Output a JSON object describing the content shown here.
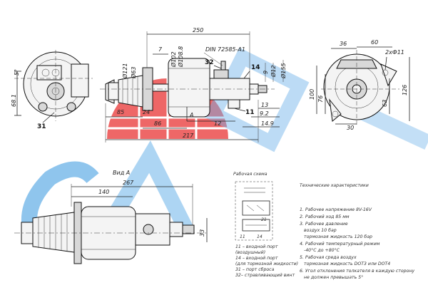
{
  "colors": {
    "wm_red": "#e93a3a",
    "wm_blue": "#5aa9e6",
    "line": "#222222"
  },
  "top_view": {
    "dims": {
      "d250": "250",
      "d7": "7",
      "std": "DIN 72585-A1",
      "d14": "14",
      "d32": "32",
      "d121": "Ø121",
      "d63": "Ø63",
      "d102": "Ø102",
      "d108": "Ø108.8",
      "d9": "9",
      "d12a": "Ø12",
      "d155": "Ø155",
      "d13": "13",
      "d92": "9.2",
      "d149": "14.9",
      "d11": "11",
      "d12": "12",
      "d85": "85",
      "d24": "24",
      "d86": "86",
      "d217": "217",
      "mark_a": "A"
    }
  },
  "left_view": {
    "dims": {
      "angle": "5°",
      "d681": "68.1",
      "d31": "31"
    }
  },
  "right_view": {
    "dims": {
      "d36": "36",
      "d60": "60",
      "d2x11": "2xФ11",
      "d100": "100",
      "d76": "76",
      "d63": "63",
      "d126": "126",
      "d30": "30"
    }
  },
  "side_view": {
    "dims": {
      "view_a": "Вид A",
      "d267": "267",
      "d140": "140",
      "d33": "33"
    }
  },
  "scheme": {
    "title": "Рабочая схема",
    "ports": {
      "p11": "11",
      "p14": "14",
      "p21": "21"
    },
    "legend": [
      "11 – входной порт",
      "(воздушный)",
      "14 – входной порт",
      "(для тормозной жидкости)",
      "31 – порт сброса",
      "32– стравливающий винт"
    ]
  },
  "specs": {
    "title": "Технические характеристики",
    "lines": [
      "1. Рабочее напряжение 8V-16V",
      "2. Рабочий ход 85 мм",
      "3. Рабочее давление",
      "воздух 10 бар",
      "тормозная жидкость 120 бар",
      "4. Рабочий температурный режим",
      "-40°С до +80°С",
      "5. Рабочая среда воздух",
      "тормозная жидкость DOT3 или DOT4",
      "6. Угол отклонения толкателя в каждую сторону",
      "не должен превышать 5°"
    ]
  }
}
